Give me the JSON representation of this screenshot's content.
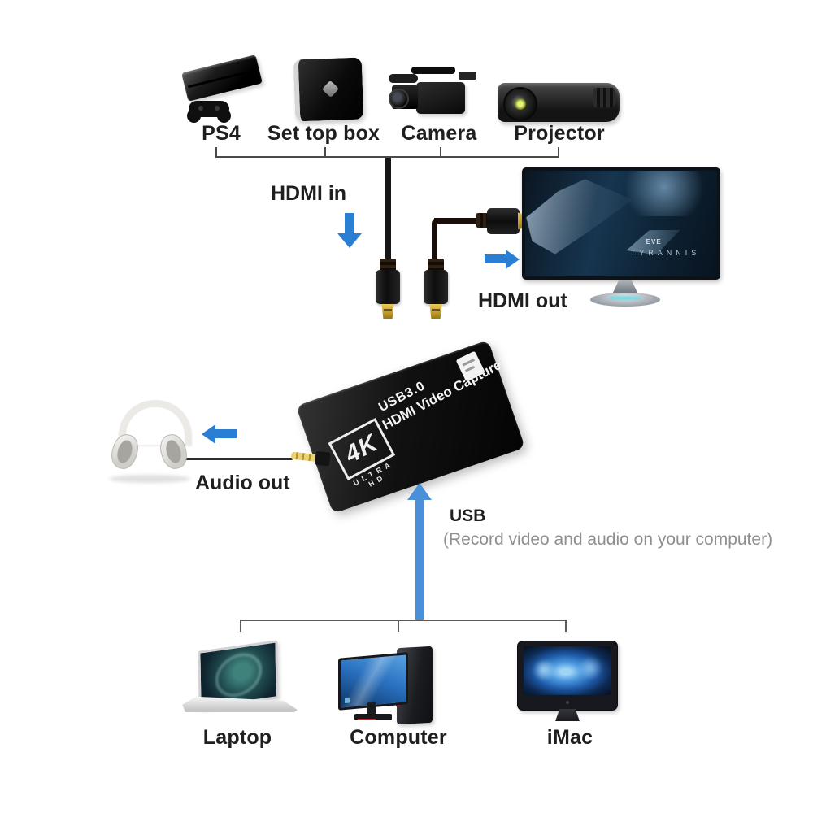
{
  "sources": {
    "items": [
      {
        "name": "ps4",
        "label": "PS4"
      },
      {
        "name": "set-top-box",
        "label": "Set top box"
      },
      {
        "name": "camera",
        "label": "Camera"
      },
      {
        "name": "projector",
        "label": "Projector"
      }
    ]
  },
  "hdmi_in": {
    "label": "HDMI in"
  },
  "hdmi_out": {
    "label": "HDMI out"
  },
  "monitor_screen": {
    "brand": "EVE",
    "title": "TYRANNIS"
  },
  "capture_device": {
    "logo": "4K",
    "logo_sub": "ULTRA HD",
    "line1": "USB3.0",
    "line2": "HDMI Video Capture"
  },
  "audio": {
    "label": "Audio out"
  },
  "usb": {
    "label": "USB",
    "note": "(Record video and audio on your computer)"
  },
  "computers": {
    "items": [
      {
        "name": "laptop",
        "label": "Laptop"
      },
      {
        "name": "desktop-computer",
        "label": "Computer"
      },
      {
        "name": "imac",
        "label": "iMac"
      }
    ]
  },
  "colors": {
    "arrow_blue": "#2a7fd4",
    "usb_line_blue": "#4a90d8",
    "bracket_dark": "#4a4a4a",
    "bracket_light": "#5a5a5a",
    "label_black": "#1f1f1f",
    "note_gray": "#8f8f8f",
    "hdmi_gold": "#c59e2b"
  }
}
